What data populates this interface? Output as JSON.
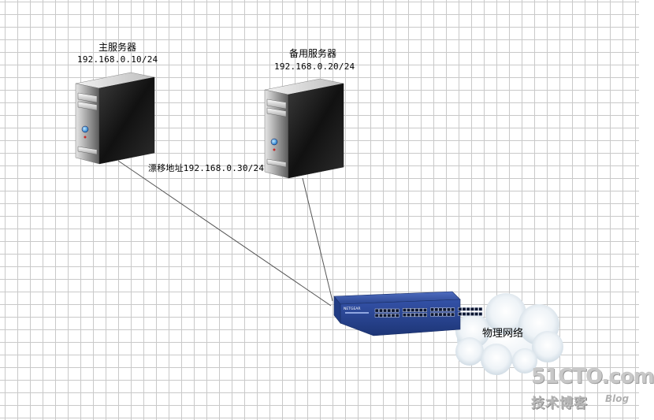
{
  "primary_server": {
    "name": "主服务器",
    "ip": "192.168.0.10/24",
    "icon": "server-tower-icon"
  },
  "backup_server": {
    "name": "备用服务器",
    "ip": "192.168.0.20/24",
    "icon": "server-tower-icon"
  },
  "floating_address": "漂移地址192.168.0.30/24",
  "switch": {
    "icon": "network-switch-icon",
    "brand": "NETGEAR",
    "color": "#2e4a98"
  },
  "network": {
    "label": "物理网络",
    "icon": "cloud-icon"
  },
  "watermark": {
    "brand": "51CTO.com",
    "tagline": "技术博客",
    "blog": "Blog"
  },
  "colors": {
    "grid": "#c9c9c9",
    "connector": "#555555",
    "server_body": "#2a2a2a",
    "led": "#2f8fe0"
  }
}
